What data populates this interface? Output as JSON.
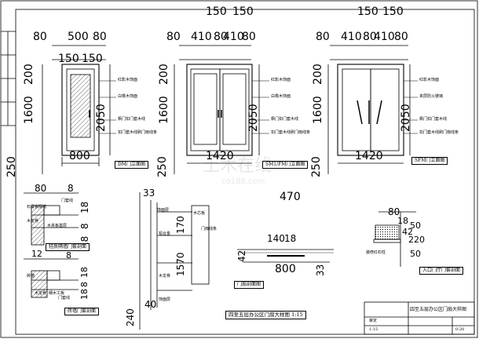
{
  "sheet": {
    "main_title": "四至五层办公区门扇大样图 1:15",
    "titleblock": {
      "drawing_name": "四至五层办公区门扇大样图",
      "sheet_no": "0-28",
      "row2_a": "审定",
      "row2_b": "1:15"
    },
    "watermark": {
      "main": "土木在线",
      "sub": "co188.com"
    }
  },
  "elevation_dm": {
    "top_dims": [
      "80",
      "500",
      "80"
    ],
    "top_dims2": [
      "150",
      "150"
    ],
    "left_dims": [
      "200",
      "1600",
      "250"
    ],
    "right_dim": "2050",
    "bottom_dim": "800",
    "notes": [
      "红影木饰面",
      "白橡木饰面",
      "枫门扣门套木线",
      "扣门套木线刷门扇线条"
    ],
    "title": "DM门立面图"
  },
  "elevation_sm": {
    "top_dims": [
      "150",
      "150"
    ],
    "top_dims2": [
      "80",
      "410",
      "80",
      "410",
      "80"
    ],
    "left_dims": [
      "200",
      "1600",
      "250"
    ],
    "right_dim": "2050",
    "bottom_dim": "1420",
    "notes": [
      "红影木饰面",
      "白橡木饰面",
      "枫门扣门套木线",
      "扣门套木线刷门扇线条"
    ],
    "title": "SM1/FM门立面图"
  },
  "elevation_sf": {
    "top_dims": [
      "150",
      "150"
    ],
    "top_dims2": [
      "80",
      "410",
      "80",
      "410",
      "80"
    ],
    "left_dims": [
      "200",
      "1600",
      "250"
    ],
    "right_dim": "2050",
    "bottom_dim": "1420",
    "notes": [
      "红影木饰面",
      "夹层防火玻璃",
      "枫门扣门套木线",
      "扣门套木线刷门扇线条"
    ],
    "title": "SFM门立面图"
  },
  "detail_partition": {
    "dims": [
      "80",
      "8",
      "18",
      "8",
      "18"
    ],
    "notes": [
      "石膏板隔墙",
      "门套线",
      "木龙骨",
      "木夹板基层"
    ],
    "title": "轻质隔墙门套剖面"
  },
  "detail_masonry": {
    "dims": [
      "12",
      "8",
      "18",
      "8",
      "18"
    ],
    "notes": [
      "砖墙",
      "木龙骨",
      "细木工板",
      "门套线"
    ],
    "title": "砖墙门套剖面"
  },
  "section_leaf": {
    "dims_v": [
      "33",
      "170",
      "1570",
      "40",
      "240"
    ],
    "notes": [
      "饰面层",
      "铝合金",
      "木龙骨",
      "木芯板",
      "门扇线条",
      "饰面层"
    ],
    "title": "门扇剖面图"
  },
  "plan_leaf": {
    "top_dim": "470",
    "dims": [
      "140",
      "18",
      "800",
      "33"
    ],
    "dim_left": "42"
  },
  "detail_entrance": {
    "dims": [
      "80",
      "18",
      "42",
      "50",
      "220",
      "50"
    ],
    "notes": [
      "装修红石柱"
    ],
    "title": "入口门厅门套剖面"
  }
}
